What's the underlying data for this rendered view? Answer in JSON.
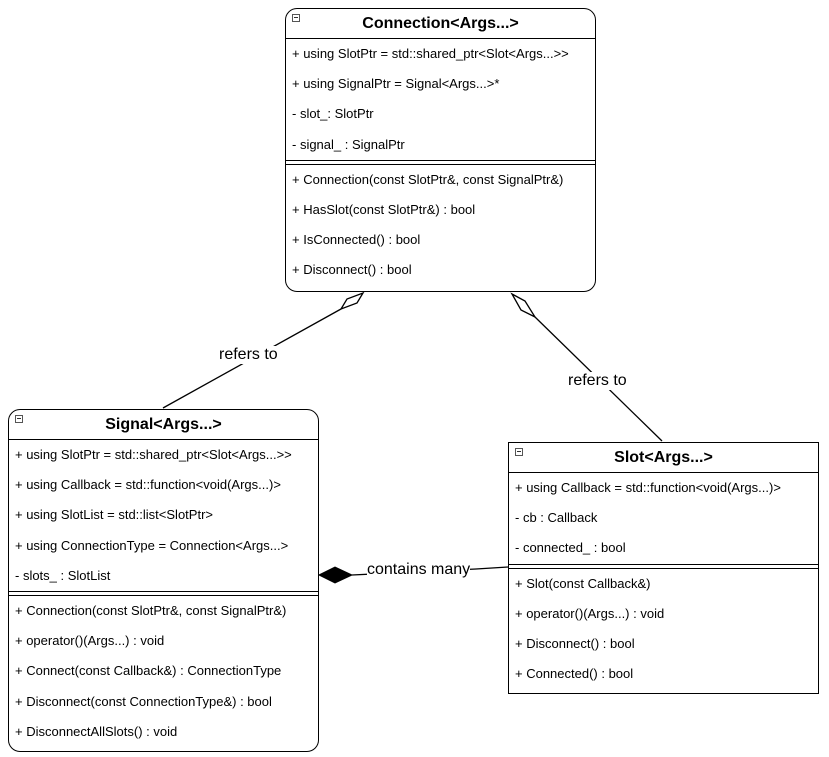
{
  "classes": {
    "connection": {
      "name": "Connection<Args...>",
      "attributes": [
        "+ using SlotPtr = std::shared_ptr<Slot<Args...>>",
        "+ using SignalPtr = Signal<Args...>*",
        "- slot_: SlotPtr",
        "- signal_ : SignalPtr"
      ],
      "operations": [
        "+ Connection(const SlotPtr&, const SignalPtr&)",
        "+ HasSlot(const SlotPtr&) : bool",
        "+ IsConnected() : bool",
        "+ Disconnect() : bool"
      ]
    },
    "signal": {
      "name": "Signal<Args...>",
      "attributes": [
        "+ using SlotPtr = std::shared_ptr<Slot<Args...>>",
        "+ using Callback = std::function<void(Args...)>",
        "+ using SlotList = std::list<SlotPtr>",
        "+ using ConnectionType = Connection<Args...>",
        "- slots_ : SlotList"
      ],
      "operations": [
        "+ Connection(const SlotPtr&, const SignalPtr&)",
        "+ operator()(Args...) : void",
        "+ Connect(const Callback&) : ConnectionType",
        "+ Disconnect(const ConnectionType&) : bool",
        "+ DisconnectAllSlots() : void"
      ]
    },
    "slot": {
      "name": "Slot<Args...>",
      "attributes": [
        "+ using Callback = std::function<void(Args...)>",
        "- cb : Callback",
        "- connected_ : bool"
      ],
      "operations": [
        "+ Slot(const Callback&)",
        "+ operator()(Args...) : void",
        "+ Disconnect() : bool",
        "+ Connected() : bool"
      ]
    }
  },
  "relations": {
    "signal_to_connection": {
      "label": "refers to",
      "kind": "aggregation"
    },
    "slot_to_connection": {
      "label": "refers to",
      "kind": "aggregation"
    },
    "signal_contains_slots": {
      "label": "contains many",
      "kind": "composition"
    }
  }
}
